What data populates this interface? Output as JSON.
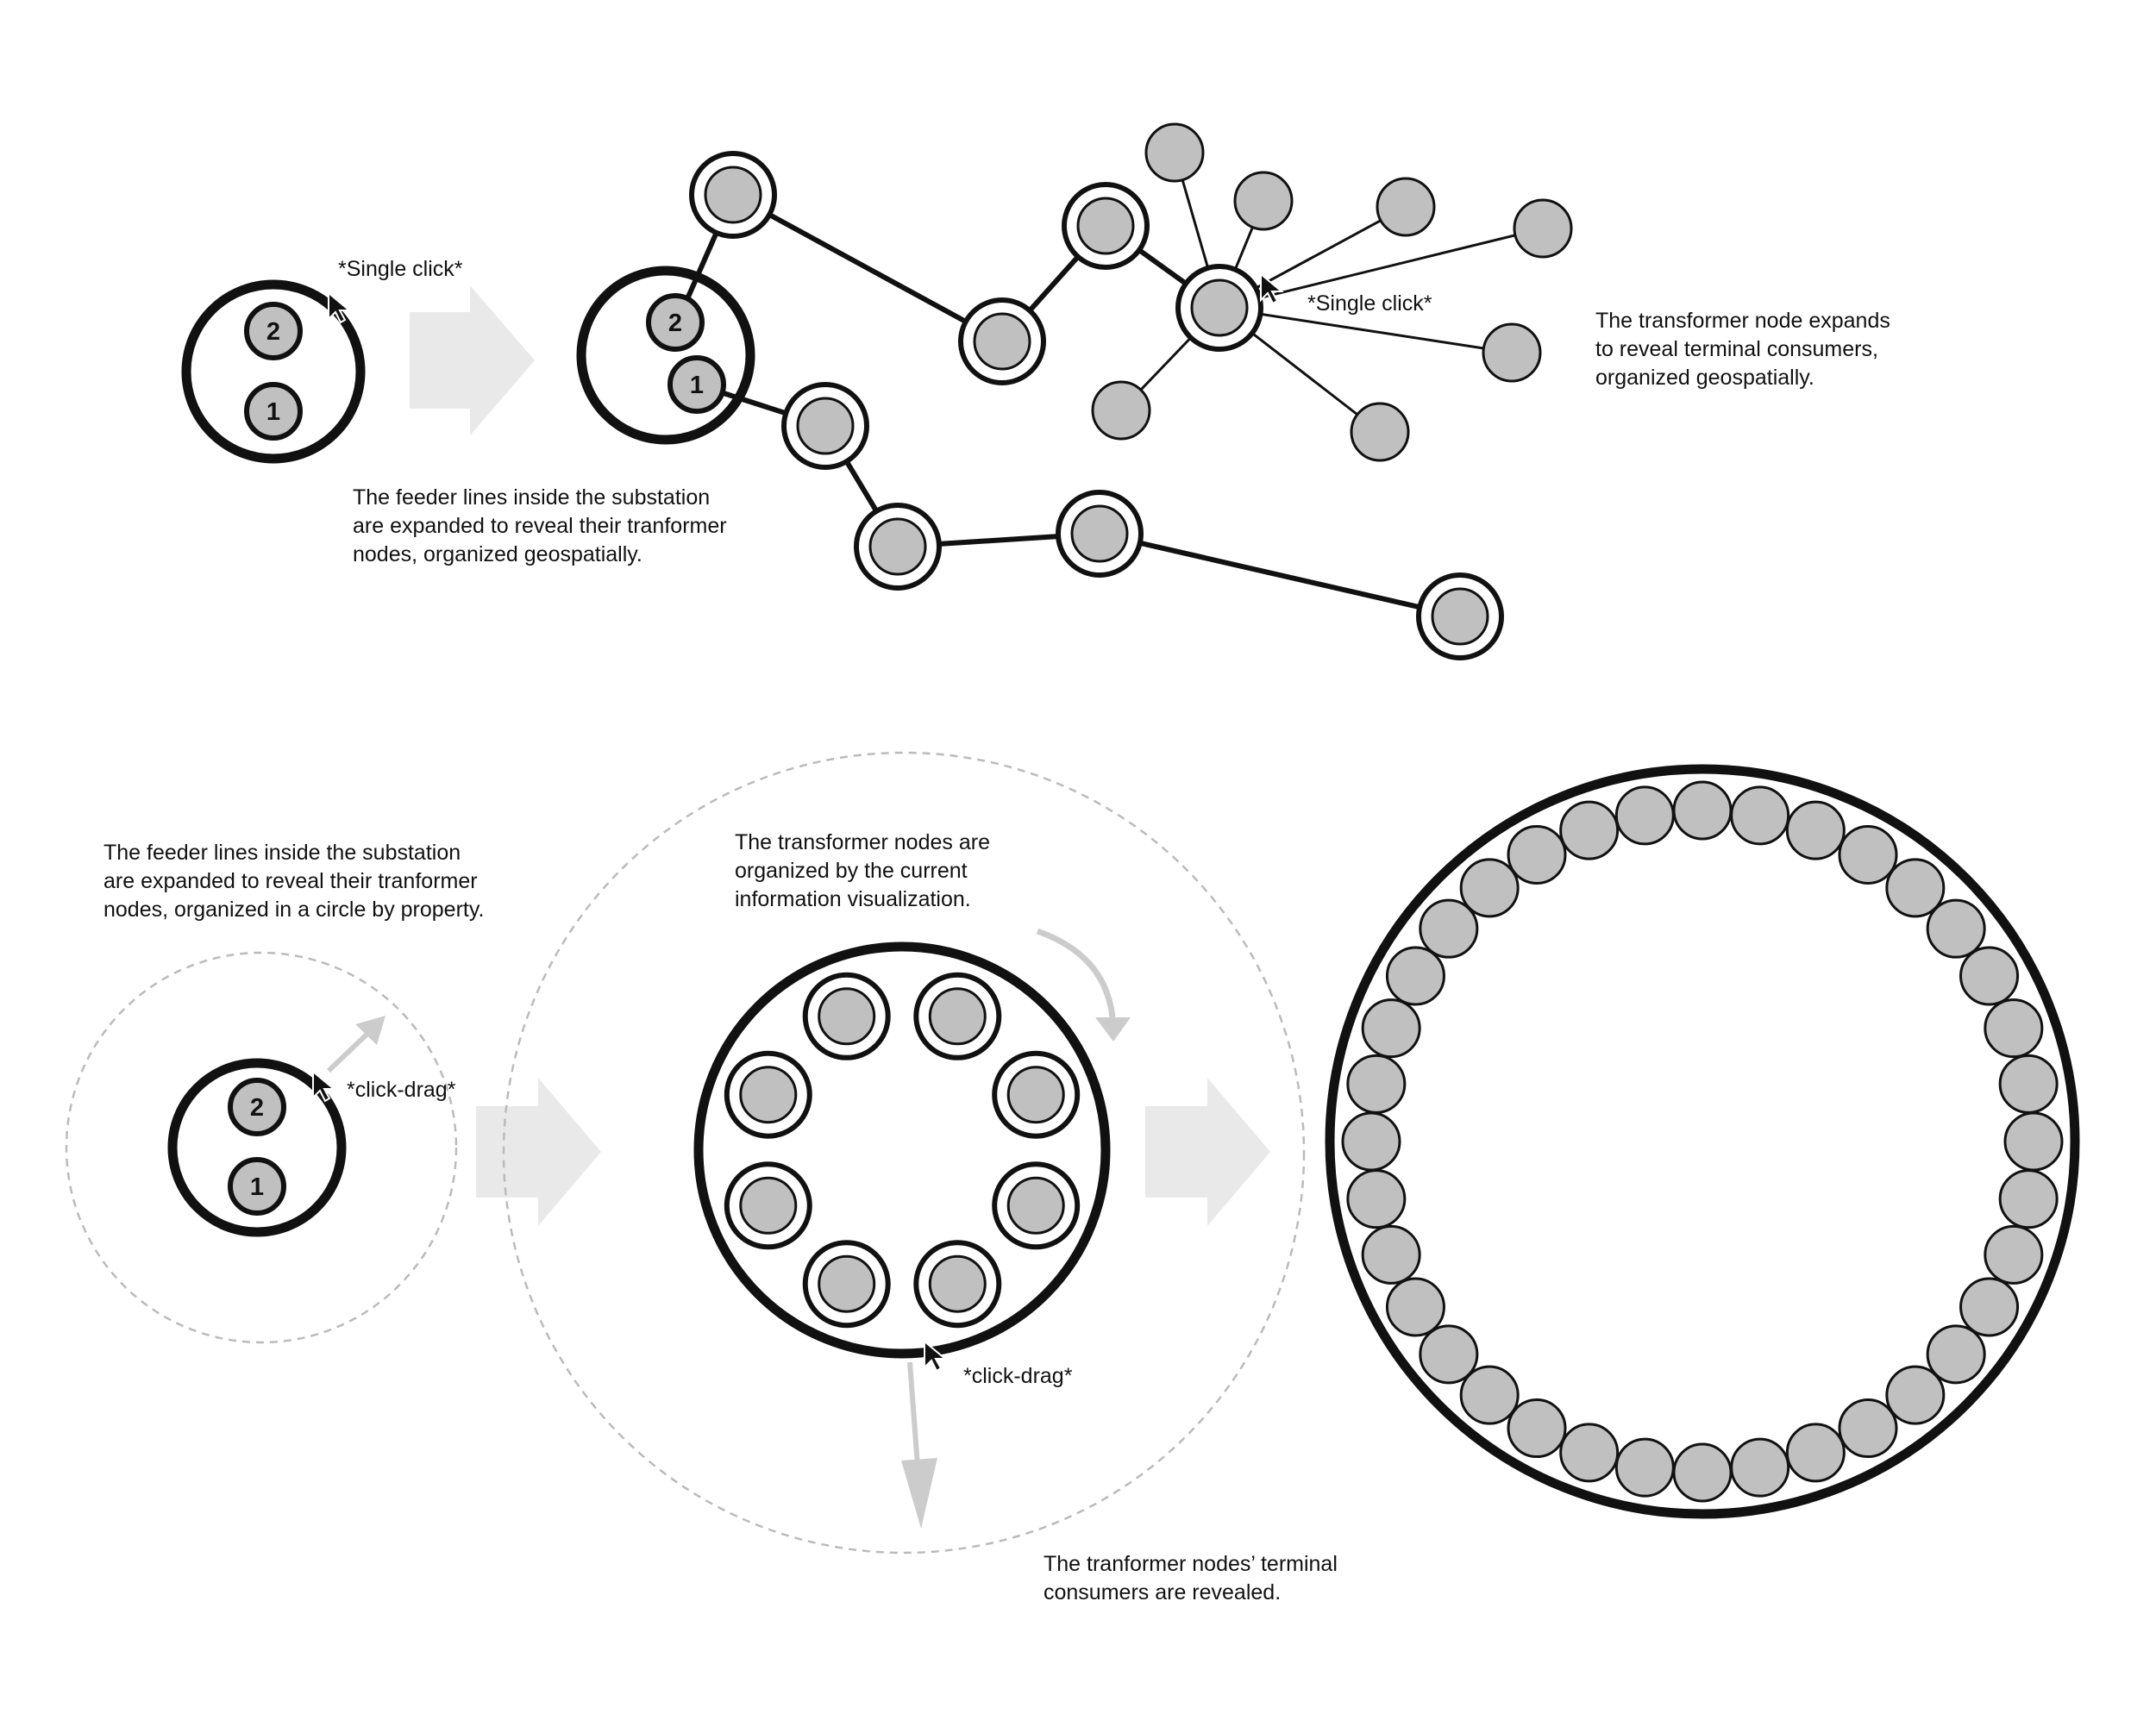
{
  "colors": {
    "stroke": "#111111",
    "node_fill": "#c0c0c1",
    "arrow_fill": "#e9e9e9",
    "hint_gray": "#cccccc",
    "dashed": "#bbbbbb"
  },
  "panel_top": {
    "single_click_label_1": "*Single click*",
    "single_click_label_2": "*Single click*",
    "feeder_2": "2",
    "feeder_1": "1",
    "caption_left": [
      "The feeder lines inside the substation",
      "are expanded to reveal their tranformer",
      "nodes, organized geospatially."
    ],
    "caption_right": [
      "The transformer node expands",
      "to reveal terminal consumers,",
      "organized geospatially."
    ]
  },
  "panel_bottom": {
    "caption_left": [
      "The feeder lines inside the substation",
      "are expanded to reveal their tranformer",
      "nodes, organized in a circle by property."
    ],
    "caption_mid": [
      "The transformer nodes are",
      "organized by the current",
      "information visualization."
    ],
    "caption_bottom": [
      "The tranformer nodes’ terminal",
      "consumers are revealed."
    ],
    "click_drag_label_1": "*click-drag*",
    "click_drag_label_2": "*click-drag*",
    "feeder_2": "2",
    "feeder_1": "1",
    "transformer_ring_count": 8,
    "consumer_ring_count": 36
  }
}
